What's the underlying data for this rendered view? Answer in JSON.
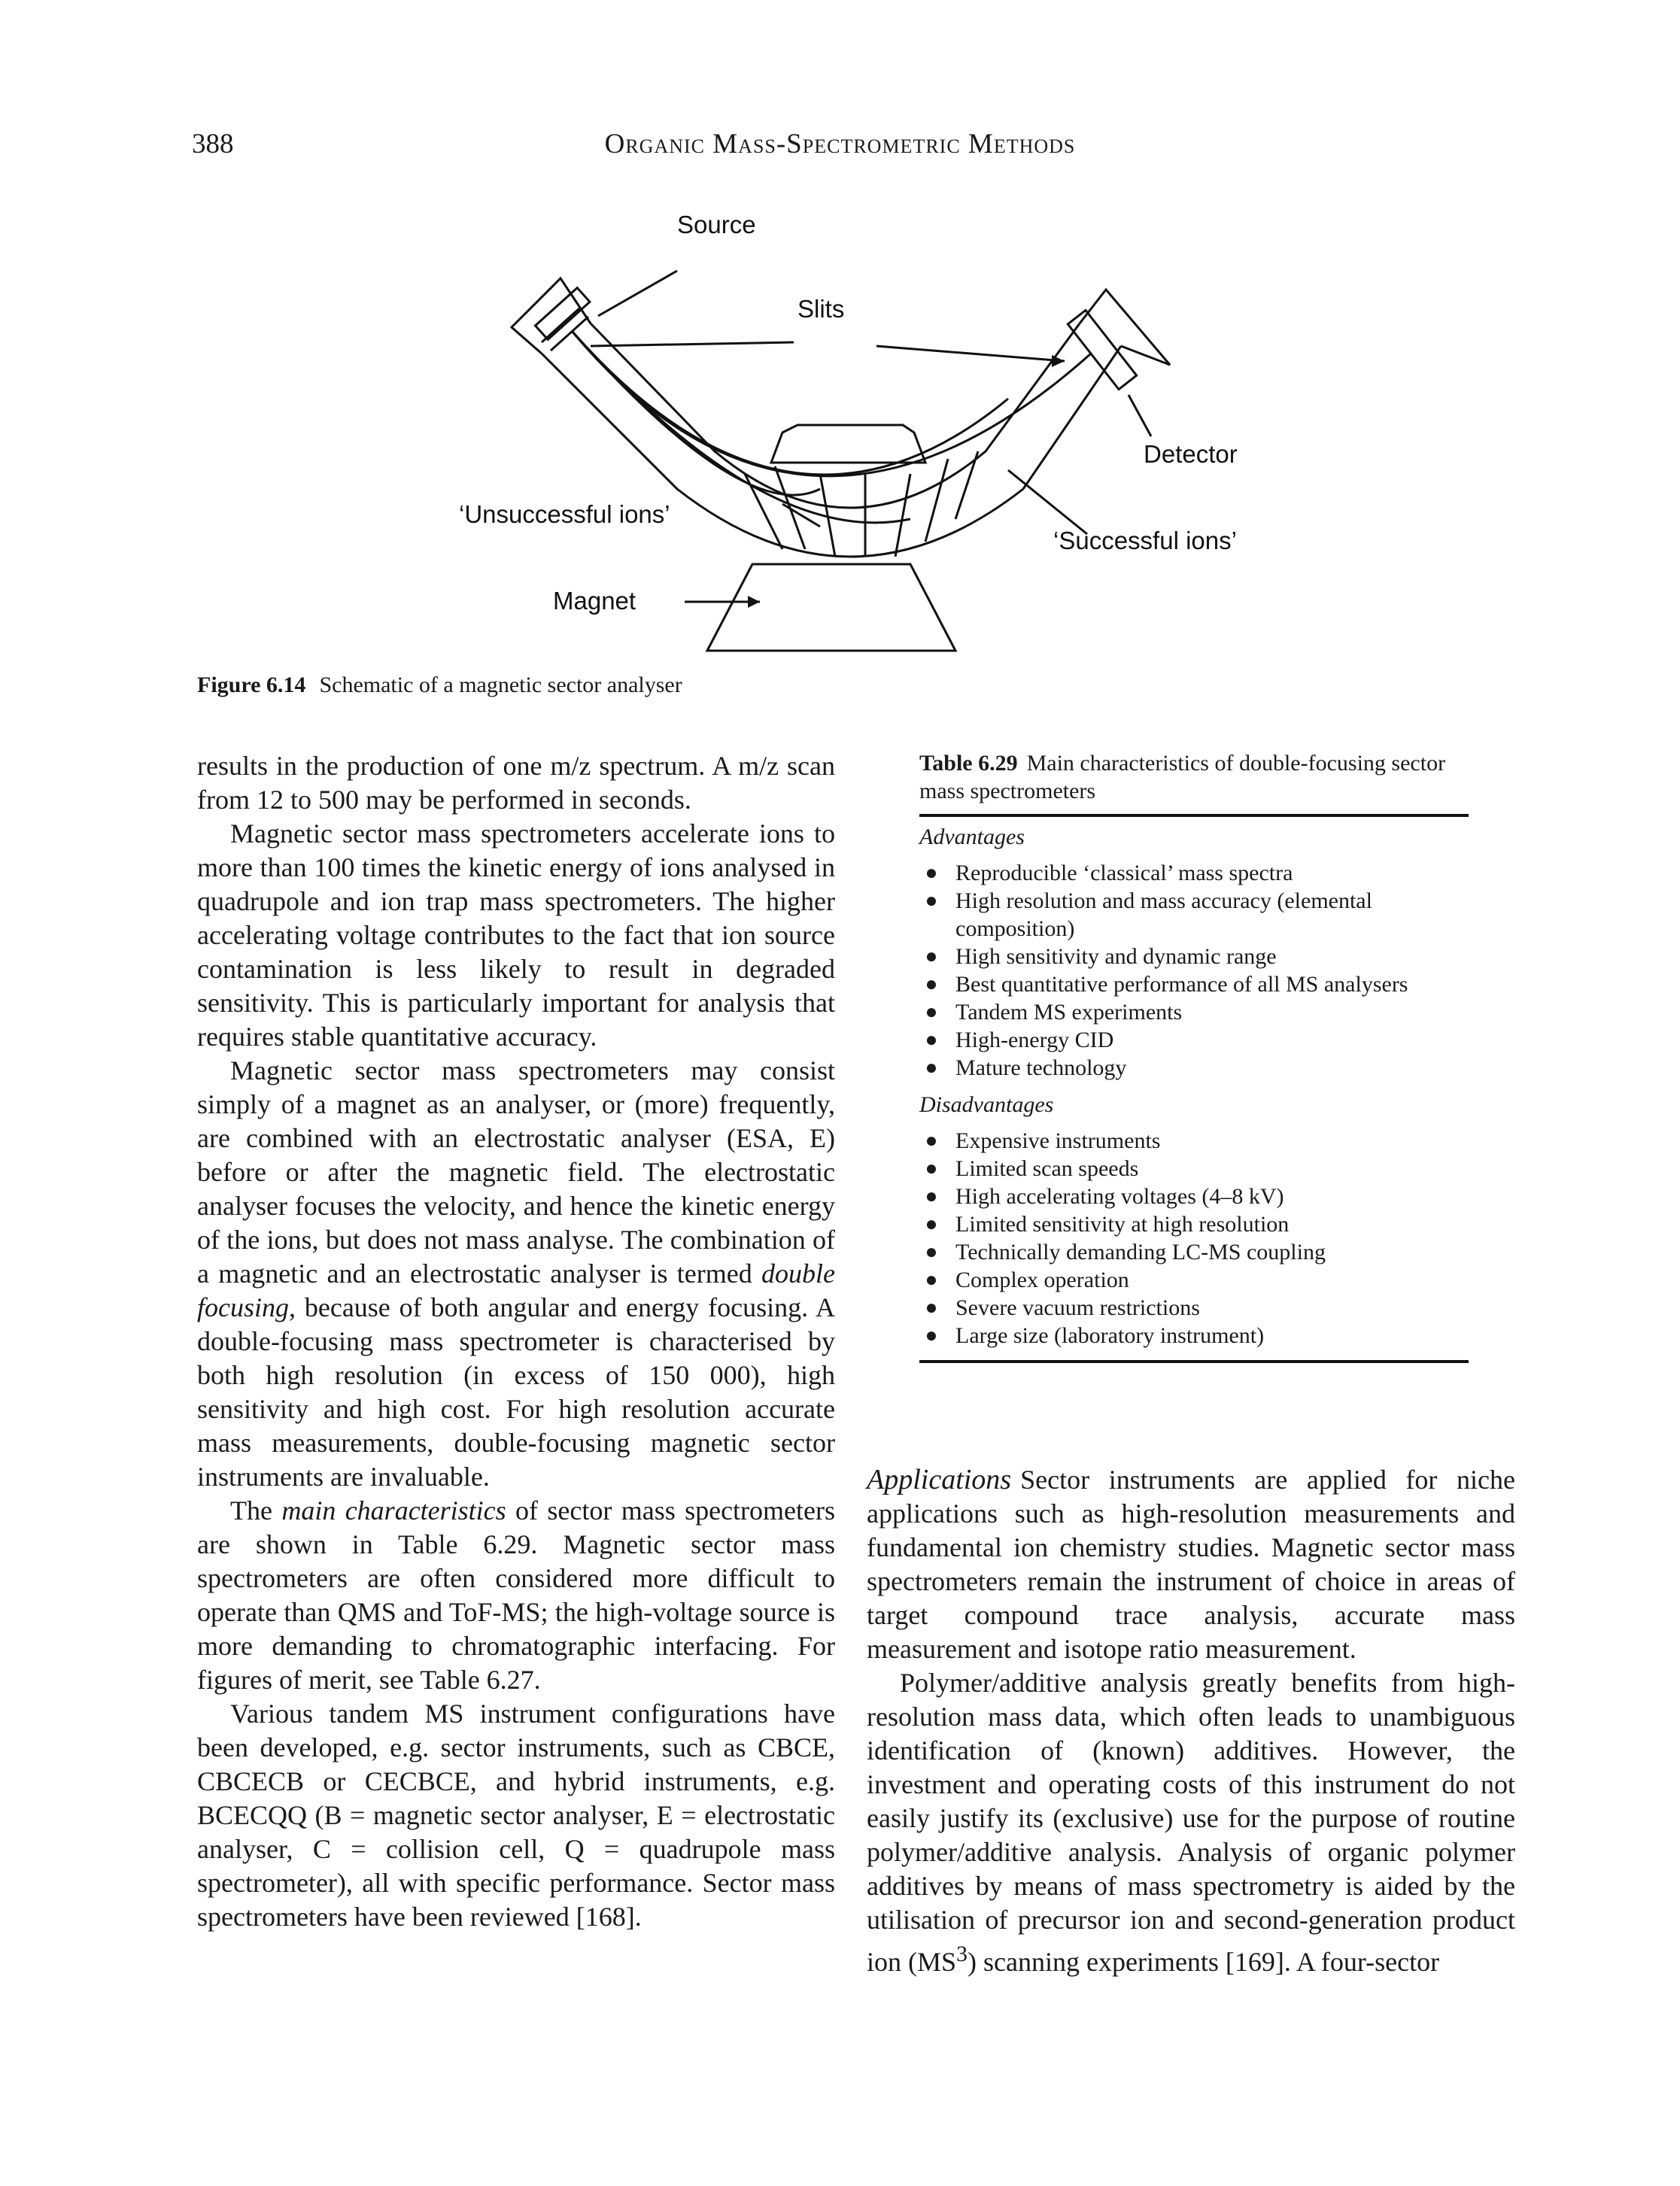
{
  "header": {
    "page_number": "388",
    "running_title": "Organic Mass-Spectrometric Methods"
  },
  "figure": {
    "labels": {
      "source": "Source",
      "slits": "Slits",
      "detector": "Detector",
      "unsuccessful": "‘Unsuccessful ions’",
      "successful": "‘Successful ions’",
      "magnet": "Magnet"
    },
    "caption_label": "Figure 6.14",
    "caption_text": "Schematic of a magnetic sector analyser"
  },
  "left_column": {
    "p1": "results in the production of one m/z spectrum. A m/z scan from 12 to 500 may be performed in seconds.",
    "p2": "Magnetic sector mass spectrometers accelerate ions to more than 100 times the kinetic energy of ions analysed in quadrupole and ion trap mass spectrometers. The higher accelerating voltage contributes to the fact that ion source contamination is less likely to result in degraded sensitivity. This is particularly important for analysis that requires stable quantitative accuracy.",
    "p3_a": "Magnetic sector mass spectrometers may consist simply of a magnet as an analyser, or (more) frequently, are combined with an electrostatic analyser (ESA, E) before or after the magnetic field. The electrostatic analyser focuses the velocity, and hence the kinetic energy of the ions, but does not mass analyse. The combination of a magnetic and an electrostatic analyser is termed ",
    "p3_em": "double focusing",
    "p3_b": ", because of both angular and energy focusing. A double-focusing mass spectrometer is characterised by both high resolution (in excess of 150 000), high sensitivity and high cost. For high resolution accurate mass measurements, double-focusing magnetic sector instruments are invaluable.",
    "p4_a": "The ",
    "p4_em": "main characteristics",
    "p4_b": " of sector mass spectrometers are shown in Table 6.29. Magnetic sector mass spectrometers are often considered more difficult to operate than QMS and ToF-MS; the high-voltage source is more demanding to chromatographic interfacing. For figures of merit, see Table 6.27.",
    "p5": "Various tandem MS instrument configurations have been developed, e.g. sector instruments, such as CBCE, CBCECB or CECBCE, and hybrid instruments, e.g. BCECQQ (B = magnetic sector analyser, E = electrostatic analyser, C = collision cell, Q = quadrupole mass spectrometer), all with specific performance. Sector mass spectrometers have been reviewed [168]."
  },
  "table": {
    "caption_label": "Table 6.29",
    "caption_text": "Main characteristics of double-focusing sector mass spectrometers",
    "advantages_heading": "Advantages",
    "advantages": [
      "Reproducible ‘classical’ mass spectra",
      "High resolution and mass accuracy (elemental composition)",
      "High sensitivity and dynamic range",
      "Best quantitative performance of all MS analysers",
      "Tandem MS experiments",
      "High-energy CID",
      "Mature technology"
    ],
    "disadvantages_heading": "Disadvantages",
    "disadvantages": [
      "Expensive instruments",
      "Limited scan speeds",
      "High accelerating voltages (4–8 kV)",
      "Limited sensitivity at high resolution",
      "Technically demanding LC-MS coupling",
      "Complex operation",
      "Severe vacuum restrictions",
      "Large size (laboratory instrument)"
    ]
  },
  "right_column": {
    "lead": "Applications",
    "p1": "Sector instruments are applied for niche applications such as high-resolution measurements and fundamental ion chemistry studies. Magnetic sector mass spectrometers remain the instrument of choice in areas of target compound trace analysis, accurate mass measurement and isotope ratio measurement.",
    "p2_a": "Polymer/additive analysis greatly benefits from high-resolution mass data, which often leads to unambiguous identification of (known) additives. However, the investment and operating costs of this instrument do not easily justify its (exclusive) use for the purpose of routine polymer/additive analysis. Analysis of organic polymer additives by means of mass spectrometry is aided by the utilisation of precursor ion and second-generation product ion (MS",
    "p2_sup": "3",
    "p2_b": ") scanning experiments [169]. A four-sector"
  }
}
